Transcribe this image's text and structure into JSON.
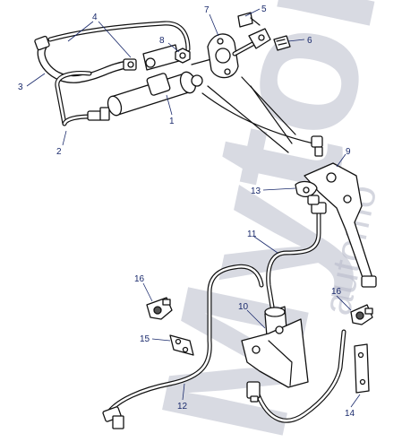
{
  "watermark": {
    "brand": "Mytor",
    "sub": "automo"
  },
  "callouts": [
    {
      "id": "1",
      "label": "1"
    },
    {
      "id": "2",
      "label": "2"
    },
    {
      "id": "3",
      "label": "3"
    },
    {
      "id": "4",
      "label": "4"
    },
    {
      "id": "5",
      "label": "5"
    },
    {
      "id": "6",
      "label": "6"
    },
    {
      "id": "7",
      "label": "7"
    },
    {
      "id": "8",
      "label": "8"
    },
    {
      "id": "9",
      "label": "9"
    },
    {
      "id": "10",
      "label": "10"
    },
    {
      "id": "11",
      "label": "11"
    },
    {
      "id": "12",
      "label": "12"
    },
    {
      "id": "13",
      "label": "13"
    },
    {
      "id": "14",
      "label": "14"
    },
    {
      "id": "15",
      "label": "15"
    },
    {
      "id": "16a",
      "label": "16"
    },
    {
      "id": "16b",
      "label": "16"
    }
  ],
  "colors": {
    "callout": "#1a2a6c",
    "linework": "#111111",
    "watermark": "#b9bccb"
  }
}
